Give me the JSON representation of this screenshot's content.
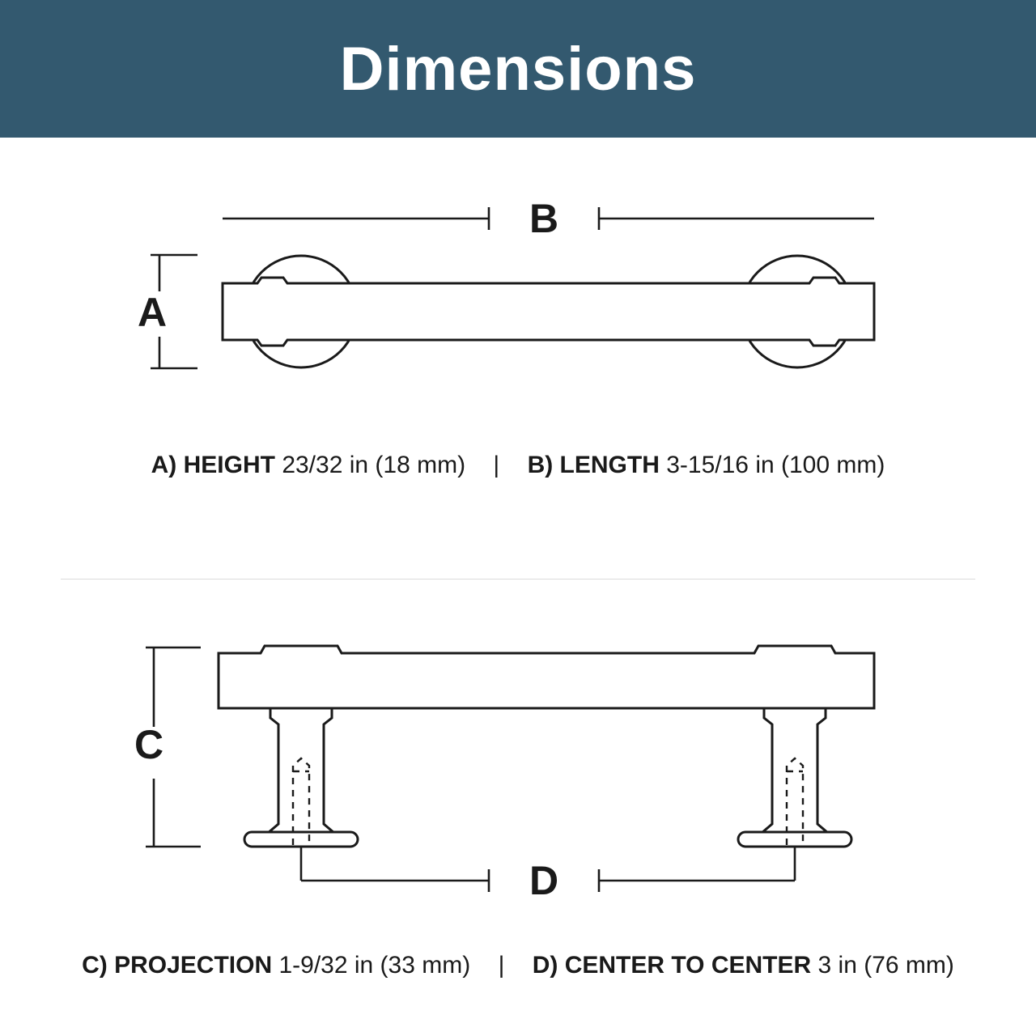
{
  "header": {
    "title": "Dimensions",
    "bg_color": "#33596F",
    "text_color": "#FFFFFF"
  },
  "diagram_front_view": {
    "dim_a_label": "A",
    "dim_b_label": "B"
  },
  "diagram_side_view": {
    "dim_c_label": "C",
    "dim_d_label": "D"
  },
  "captions": {
    "separator": "|",
    "top": [
      {
        "label": "A) HEIGHT",
        "value": "23/32 in (18 mm)"
      },
      {
        "label": "B) LENGTH",
        "value": "3-15/16 in (100 mm)"
      }
    ],
    "bottom": [
      {
        "label": "C) PROJECTION",
        "value": "1-9/32 in (33 mm)"
      },
      {
        "label": "D) CENTER TO CENTER",
        "value": "3 in (76 mm)"
      }
    ]
  },
  "colors": {
    "line": "#1A1A1A",
    "divider": "#DCDCDC"
  }
}
